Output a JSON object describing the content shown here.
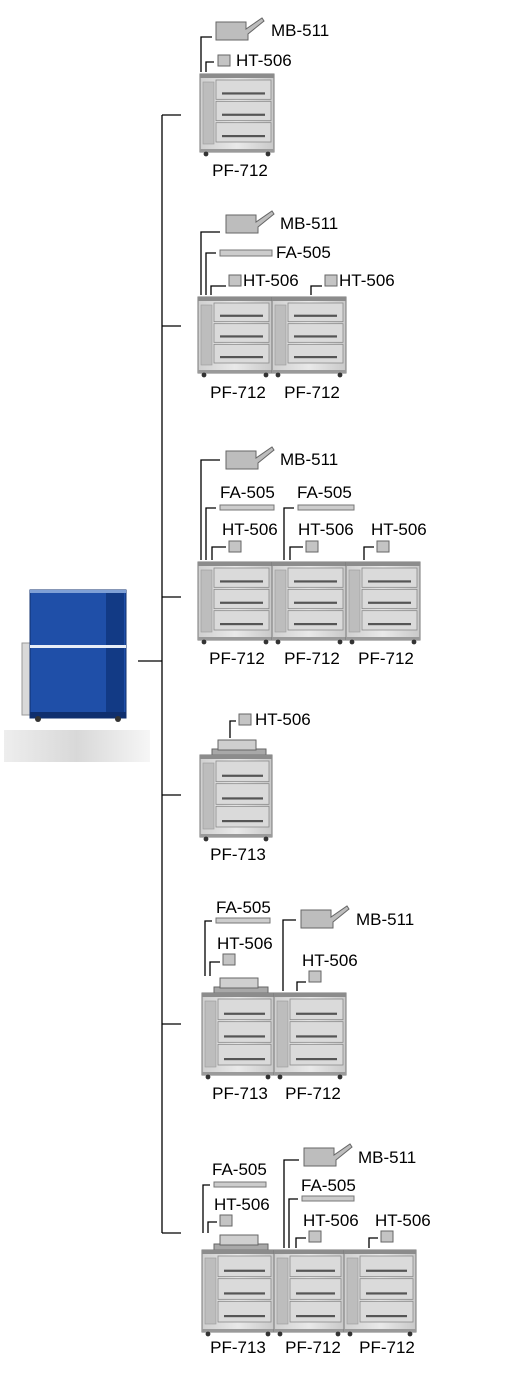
{
  "main_unit": {
    "name": "",
    "body_color": "#1f4fa8",
    "panel_color": "#123a85"
  },
  "configurations": [
    {
      "units": [
        {
          "model": "PF-712"
        }
      ],
      "options": [
        {
          "label": "MB-511",
          "kind": "mb"
        },
        {
          "label": "HT-506",
          "kind": "ht"
        }
      ]
    },
    {
      "units": [
        {
          "model": "PF-712"
        },
        {
          "model": "PF-712"
        }
      ],
      "options": [
        {
          "label": "MB-511",
          "kind": "mb"
        },
        {
          "label": "FA-505",
          "kind": "fa"
        },
        {
          "label": "HT-506",
          "kind": "ht"
        },
        {
          "label": "HT-506",
          "kind": "ht"
        }
      ]
    },
    {
      "units": [
        {
          "model": "PF-712"
        },
        {
          "model": "PF-712"
        },
        {
          "model": "PF-712"
        }
      ],
      "options": [
        {
          "label": "MB-511",
          "kind": "mb"
        },
        {
          "label": "FA-505",
          "kind": "fa"
        },
        {
          "label": "FA-505",
          "kind": "fa"
        },
        {
          "label": "HT-506",
          "kind": "ht"
        },
        {
          "label": "HT-506",
          "kind": "ht"
        },
        {
          "label": "HT-506",
          "kind": "ht"
        }
      ]
    },
    {
      "units": [
        {
          "model": "PF-713"
        }
      ],
      "options": [
        {
          "label": "HT-506",
          "kind": "ht"
        }
      ]
    },
    {
      "units": [
        {
          "model": "PF-713"
        },
        {
          "model": "PF-712"
        }
      ],
      "options": [
        {
          "label": "FA-505",
          "kind": "fa"
        },
        {
          "label": "MB-511",
          "kind": "mb"
        },
        {
          "label": "HT-506",
          "kind": "ht"
        },
        {
          "label": "HT-506",
          "kind": "ht"
        }
      ]
    },
    {
      "units": [
        {
          "model": "PF-713"
        },
        {
          "model": "PF-712"
        },
        {
          "model": "PF-712"
        }
      ],
      "options": [
        {
          "label": "FA-505",
          "kind": "fa"
        },
        {
          "label": "MB-511",
          "kind": "mb"
        },
        {
          "label": "FA-505",
          "kind": "fa"
        },
        {
          "label": "HT-506",
          "kind": "ht"
        },
        {
          "label": "HT-506",
          "kind": "ht"
        },
        {
          "label": "HT-506",
          "kind": "ht"
        }
      ]
    }
  ]
}
